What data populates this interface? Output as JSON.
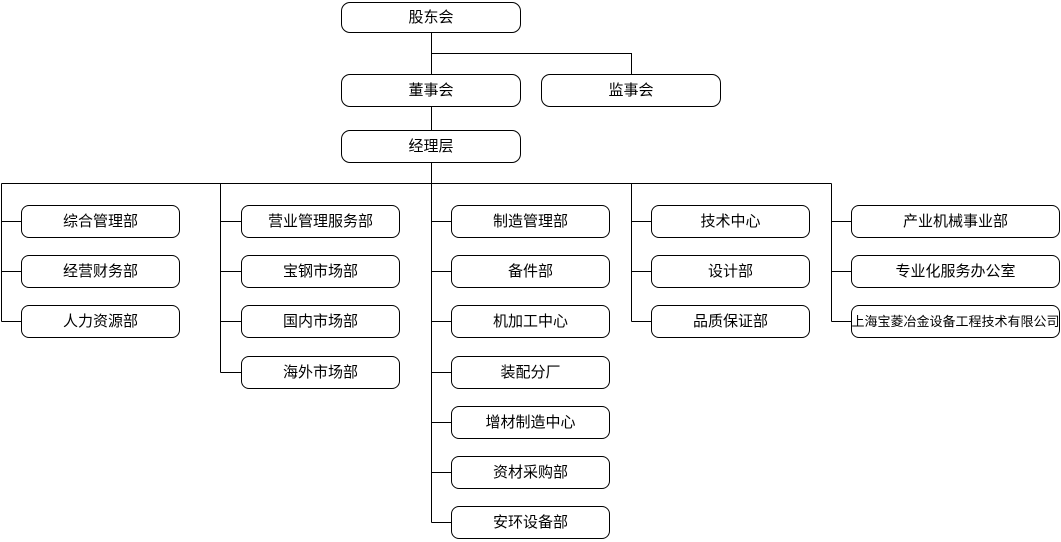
{
  "chart": {
    "type": "org-chart",
    "top": {
      "shareholders": "股东会",
      "board": "董事会",
      "supervisors": "监事会",
      "management": "经理层"
    },
    "columns": [
      {
        "items": [
          "综合管理部",
          "经营财务部",
          "人力资源部"
        ]
      },
      {
        "items": [
          "营业管理服务部",
          "宝钢市场部",
          "国内市场部",
          "海外市场部"
        ]
      },
      {
        "items": [
          "制造管理部",
          "备件部",
          "机加工中心",
          "装配分厂",
          "增材制造中心",
          "资材采购部",
          "安环设备部"
        ]
      },
      {
        "items": [
          "技术中心",
          "设计部",
          "品质保证部"
        ]
      },
      {
        "items": [
          "产业机械事业部",
          "专业化服务办公室",
          "上海宝菱冶金设备工程技术有限公司"
        ]
      }
    ],
    "colors": {
      "line": "#000000",
      "box_border": "#000000",
      "box_fill": "#ffffff",
      "text": "#000000",
      "background": "#ffffff"
    }
  }
}
